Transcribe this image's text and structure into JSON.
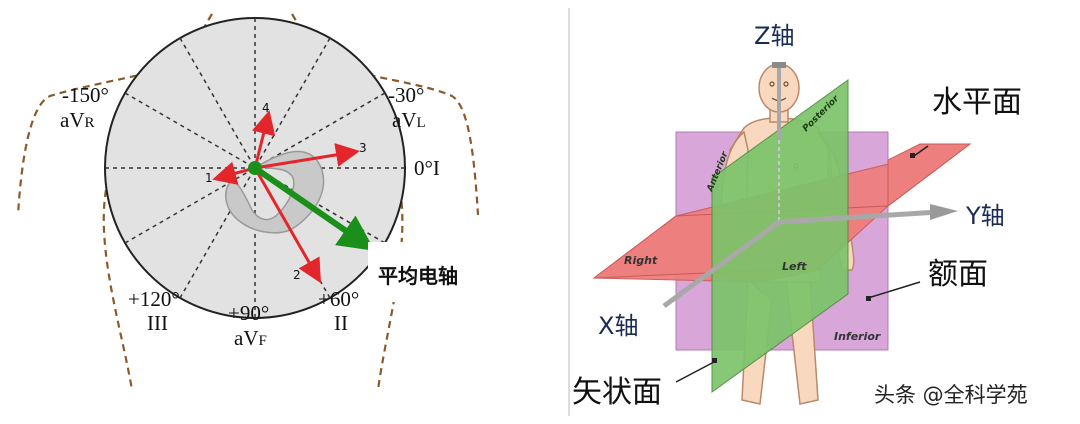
{
  "ecg": {
    "leads": {
      "avr_deg": "-150°",
      "avr_name": "aV",
      "avr_sub": "R",
      "avl_deg": "-30°",
      "avl_name": "aV",
      "avl_sub": "L",
      "i_label": "0°I",
      "iii_deg": "+120°",
      "iii_name": "III",
      "avf_deg": "+90°",
      "avf_name": "aV",
      "avf_sub": "F",
      "ii_deg": "+60°",
      "ii_name": "II"
    },
    "vector_numbers": [
      "1",
      "2",
      "3",
      "4"
    ],
    "mean_axis_label": "平均电轴",
    "colors": {
      "circle_fill": "#e2e2e2",
      "red_vector": "#e3262b",
      "green_vector": "#1a8f1a",
      "body_outline": "#8b5a2b",
      "loop_fill": "#c9c9c9"
    }
  },
  "body3d": {
    "z_axis": "Z轴",
    "y_axis": "Y轴",
    "x_axis": "X轴",
    "horizontal_plane": "水平面",
    "frontal_plane": "额面",
    "sagittal_plane": "矢状面",
    "plane_right": "Right",
    "plane_left": "Left",
    "plane_anterior": "Anterior",
    "plane_posterior": "Posterior",
    "plane_inferior": "Inferior",
    "colors": {
      "frontal": "#d9a6d9",
      "horizontal": "#ee7f7f",
      "sagittal": "#7cc46a",
      "skin": "#f8d9bf",
      "axis_rod": "#a8a8a8"
    }
  },
  "watermark": "头条 @全科学苑"
}
